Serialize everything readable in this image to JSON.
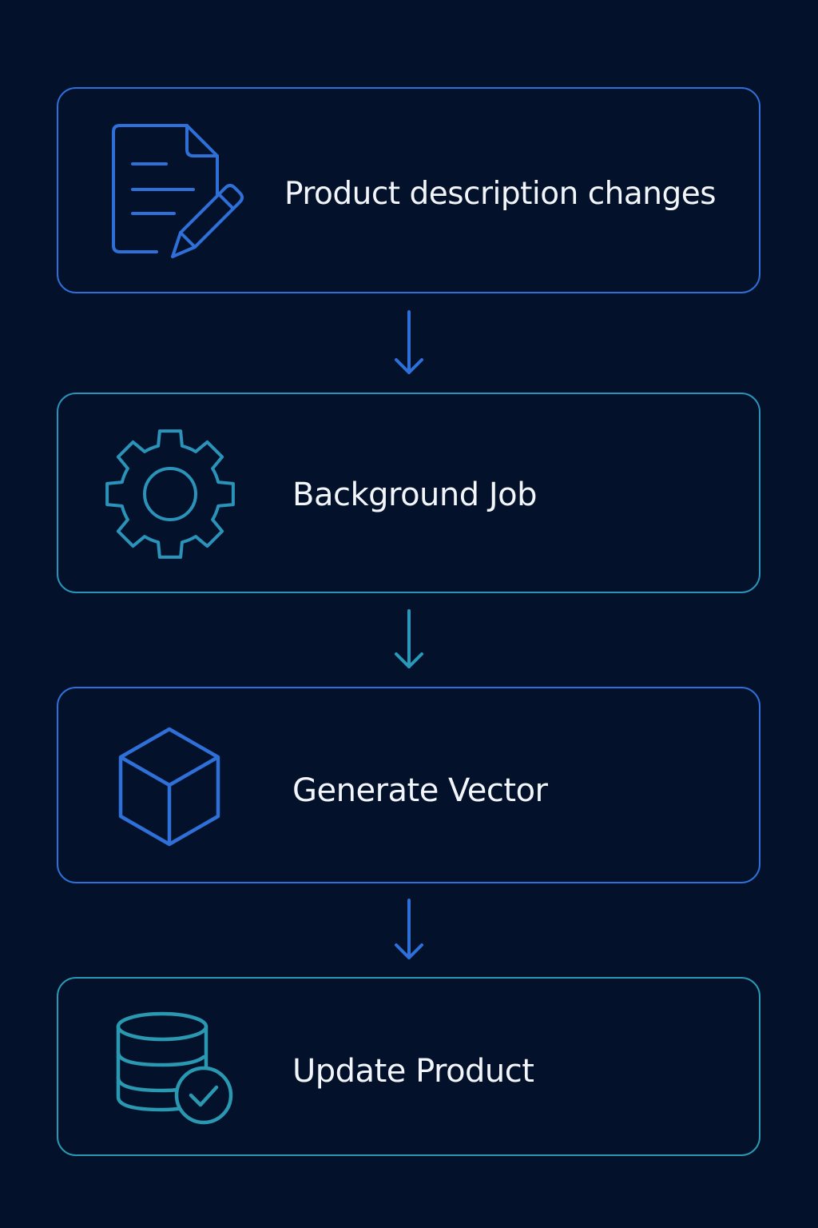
{
  "steps": [
    {
      "label": "Product description changes",
      "icon": "document-edit-icon",
      "color": "#2f6fd8"
    },
    {
      "label": "Background Job",
      "icon": "gear-icon",
      "color": "#2b93b9"
    },
    {
      "label": "Generate Vector",
      "icon": "cube-icon",
      "color": "#2f6fd8"
    },
    {
      "label": "Update Product",
      "icon": "database-check-icon",
      "color": "#2a98b0"
    }
  ],
  "colors": {
    "background": "#03112a",
    "text": "#f2f6fb",
    "blue": "#2f6fd8",
    "teal": "#2a98b8"
  }
}
